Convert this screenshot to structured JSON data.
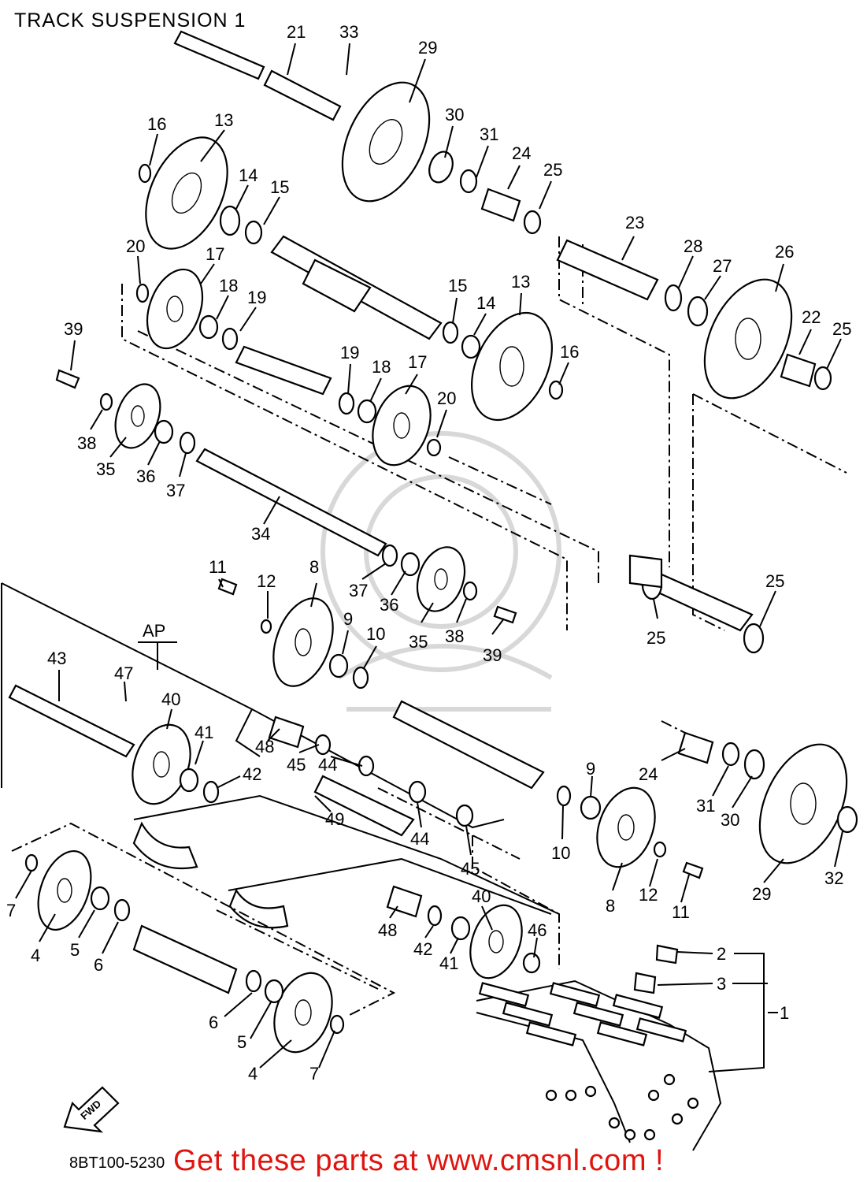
{
  "title": "TRACK SUSPENSION 1",
  "diagram_code": "8BT100-5230",
  "promo_text": "Get these parts at www.cmsnl.com !",
  "assembly_marker": "AP",
  "fwd_arrow_text": "FWD",
  "accent_color": "#e0140f",
  "labels": [
    "21",
    "33",
    "29",
    "16",
    "13",
    "30",
    "31",
    "24",
    "25",
    "14",
    "15",
    "23",
    "28",
    "27",
    "26",
    "20",
    "17",
    "15",
    "14",
    "13",
    "22",
    "25",
    "18",
    "19",
    "39",
    "19",
    "18",
    "17",
    "16",
    "20",
    "38",
    "35",
    "36",
    "37",
    "34",
    "11",
    "12",
    "8",
    "37",
    "36",
    "35",
    "38",
    "25",
    "9",
    "10",
    "39",
    "25",
    "43",
    "47",
    "40",
    "41",
    "48",
    "45",
    "44",
    "42",
    "49",
    "24",
    "9",
    "44",
    "31",
    "30",
    "10",
    "45",
    "7",
    "4",
    "5",
    "6",
    "40",
    "48",
    "42",
    "41",
    "46",
    "8",
    "12",
    "11",
    "29",
    "32",
    "2",
    "3",
    "1",
    "6",
    "5",
    "4",
    "7"
  ]
}
